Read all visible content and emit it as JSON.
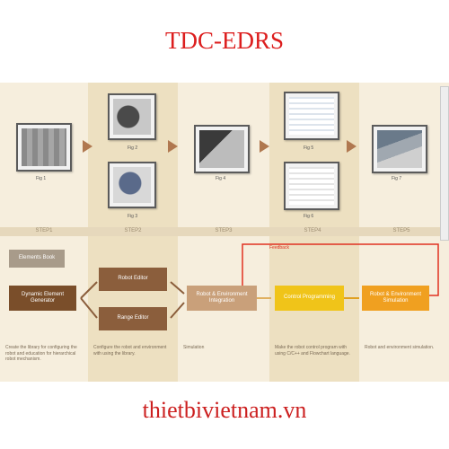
{
  "header": {
    "title": "TDC-EDRS"
  },
  "footer": {
    "site": "thietbivietnam.vn"
  },
  "steps": [
    "STEP1",
    "STEP2",
    "STEP3",
    "STEP4",
    "STEP5"
  ],
  "screens": [
    {
      "caption": "Fig 1"
    },
    {
      "caption": "Fig 2"
    },
    {
      "caption": "Fig 3"
    },
    {
      "caption": "Fig 4"
    },
    {
      "caption": "Fig 5"
    },
    {
      "caption": "Fig 6"
    },
    {
      "caption": "Fig 7"
    }
  ],
  "flow": {
    "feedback": "Feedback",
    "element_book": "Elements Book",
    "dynamic_generator": "Dynamic Element Generator",
    "robot_editor": "Robot Editor",
    "range_editor": "Range Editor",
    "robot_integration": "Robot & Environment Integration",
    "control_programming": "Control Programming",
    "robot_simulation": "Robot & Environment Simulation"
  },
  "descriptions": [
    "Create the library for configuring the robot and education for hierarchical robot mechanism.",
    "Configure the robot and environment with using the library.",
    "Simulation",
    "Make the robot control program with using C/C++ and Flowchart language.",
    "Robot and environment simulation."
  ],
  "colors": {
    "title": "#dc1e1e",
    "banner": "#f4ead6",
    "brown": "#8b5e3c",
    "orange": "#f0a020",
    "yellow": "#f0c419",
    "feedback_line": "#e03020"
  }
}
